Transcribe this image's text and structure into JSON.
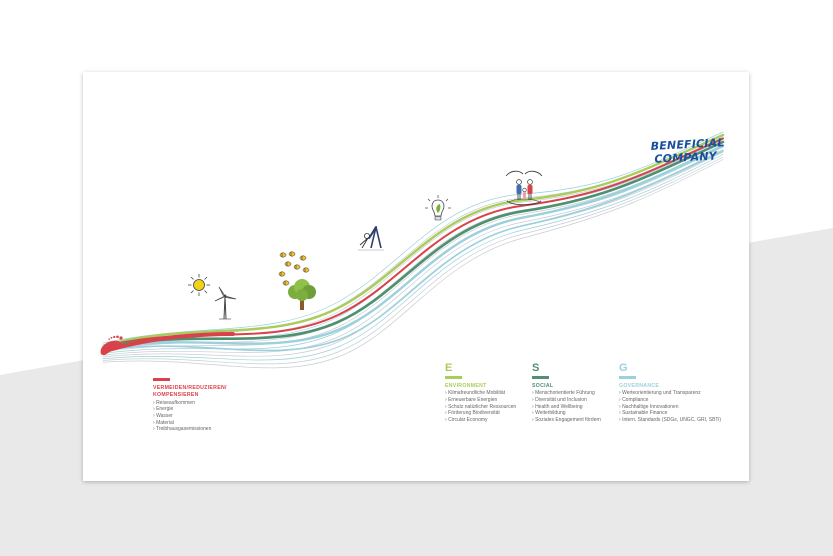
{
  "brand": {
    "line1": "BENEFICIAL",
    "line2": "COMPANY",
    "color": "#1a4f9c"
  },
  "colors": {
    "red": "#d9424a",
    "light_green": "#a9cc5a",
    "dark_green": "#4f9070",
    "light_blue": "#9cd0dc",
    "grey_line": "#c9cdd2",
    "background": "#e9e9e9"
  },
  "columns": [
    {
      "id": "vermeiden",
      "letter": "",
      "title_lines": [
        "VERMEIDEN/REDUZIEREN/",
        "KOMPENSIEREN"
      ],
      "color": "#d9424a",
      "items": [
        "Reiseaufkommen",
        "Energie",
        "Wasser",
        "Material",
        "Treibhausgasemissionen"
      ]
    },
    {
      "id": "environment",
      "letter": "E",
      "title_lines": [
        "ENVIRONMENT"
      ],
      "color": "#a9cc5a",
      "items": [
        "Klimafreundliche Mobilität",
        "Erneuerbare Energien",
        "Schutz natürlicher Ressourcen",
        "Förderung Biodiversität",
        "Circular Economy"
      ]
    },
    {
      "id": "social",
      "letter": "S",
      "title_lines": [
        "SOCIAL"
      ],
      "color": "#4f9070",
      "items": [
        "Menschorientierte Führung",
        "Diversität und Inclusion",
        "Health and Wellbeing",
        "Weiterbildung",
        "Soziales Engagement fördern"
      ]
    },
    {
      "id": "governance",
      "letter": "G",
      "title_lines": [
        "GOVERNANCE"
      ],
      "color": "#9cd0dc",
      "items": [
        "Werteorientierung und Transparenz",
        "Compliance",
        "Nachhaltige Innovationen",
        "Sustainable Finance",
        "Intern. Standards (SDGs, UNGC, GRI, SBTi)"
      ]
    }
  ],
  "icons": [
    "footprint-icon",
    "sun-icon",
    "wind-turbine-icon",
    "bees-icon",
    "tree-icon",
    "yoga-person-icon",
    "lightbulb-leaf-icon",
    "family-hands-icon"
  ]
}
